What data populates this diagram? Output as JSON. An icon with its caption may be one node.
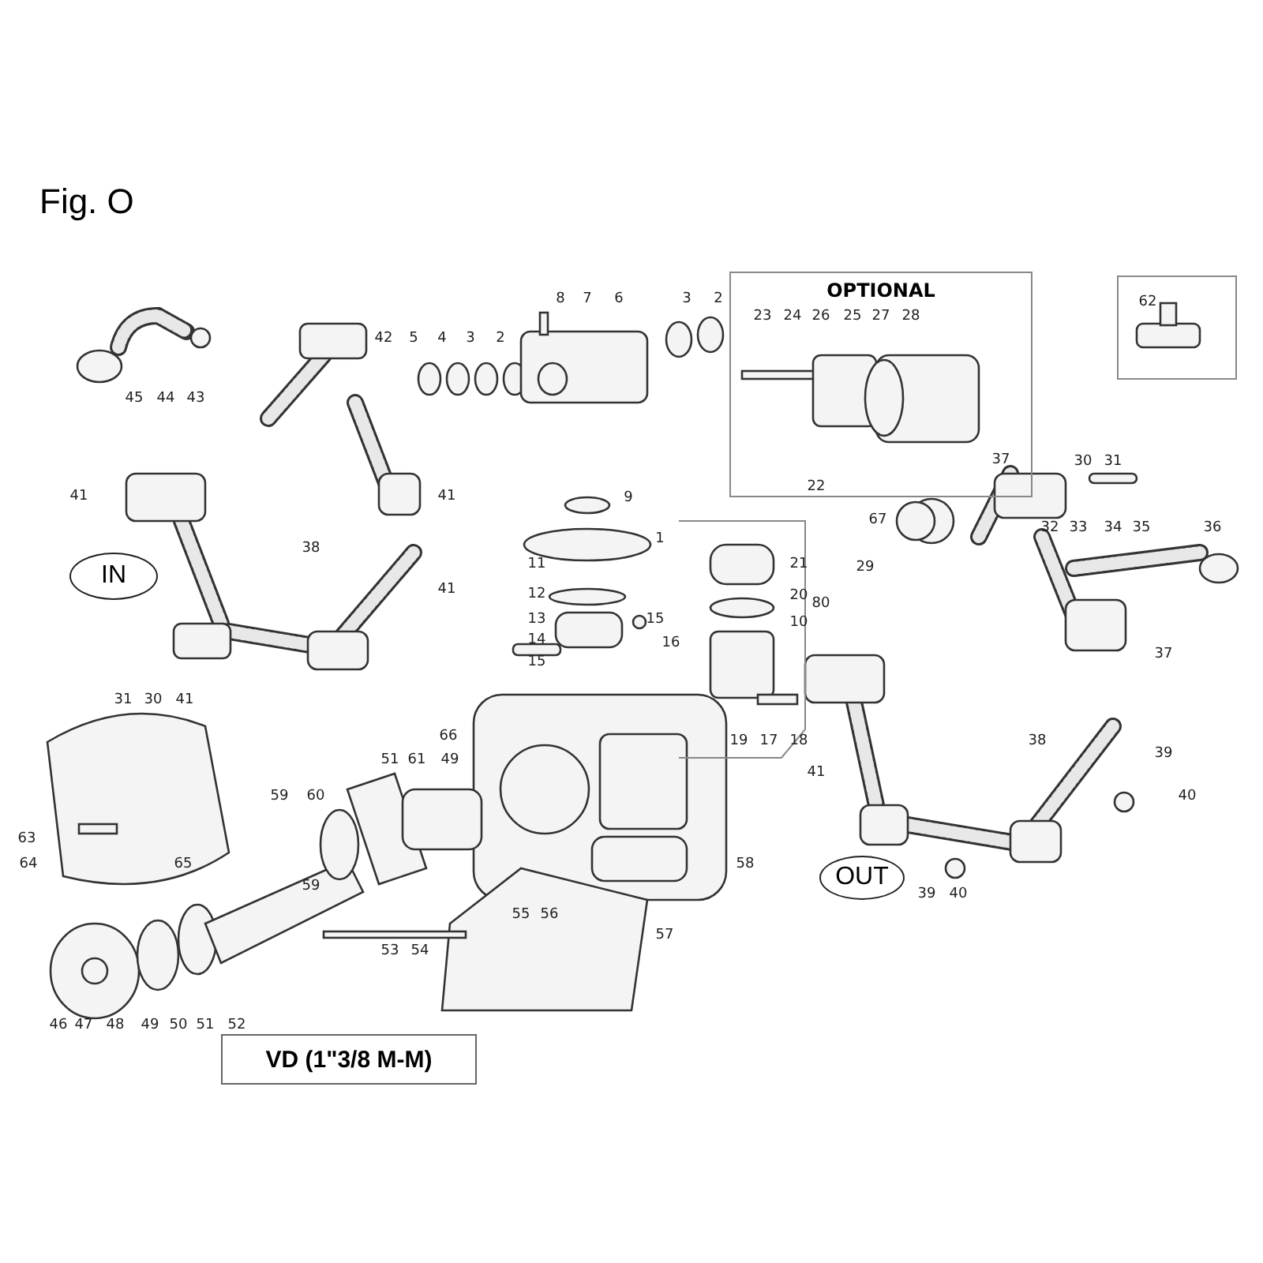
{
  "diagram": {
    "title": "Fig. O",
    "nodes": [
      {
        "text": [
          "OPTIONAL"
        ]
      },
      {
        "text": [
          "IN"
        ]
      },
      {
        "text": [
          "OUT"
        ]
      },
      {
        "text": [
          "VD (1\"3/8 M-M)"
        ]
      }
    ],
    "edges": [],
    "labels": [
      "8",
      "7",
      "6",
      "3",
      "2",
      "23",
      "24",
      "26",
      "25",
      "27",
      "28",
      "62",
      "42",
      "5",
      "4",
      "3",
      "2",
      "45",
      "44",
      "43",
      "37",
      "30",
      "31",
      "22",
      "41",
      "41",
      "9",
      "67",
      "32",
      "33",
      "34",
      "35",
      "36",
      "1",
      "38",
      "11",
      "21",
      "29",
      "41",
      "12",
      "20",
      "80",
      "13",
      "15",
      "10",
      "14",
      "16",
      "37",
      "15",
      "31",
      "30",
      "41",
      "66",
      "19",
      "17",
      "18",
      "38",
      "39",
      "51",
      "61",
      "49",
      "41",
      "59",
      "60",
      "40",
      "63",
      "64",
      "65",
      "58",
      "59",
      "39",
      "40",
      "55",
      "56",
      "57",
      "53",
      "54",
      "46",
      "47",
      "48",
      "49",
      "50",
      "51",
      "52"
    ]
  }
}
